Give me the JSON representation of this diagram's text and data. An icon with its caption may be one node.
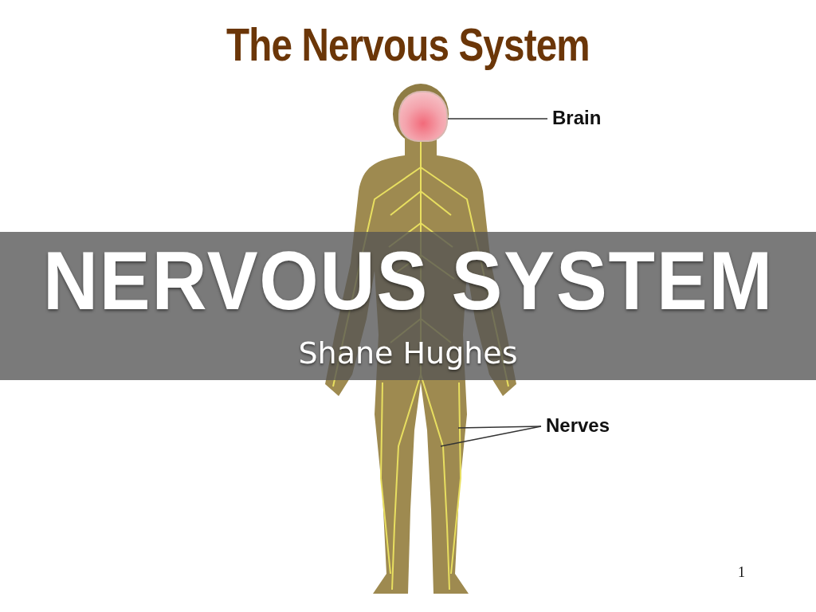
{
  "diagram": {
    "title": "The Nervous System",
    "nodes": [
      {
        "text": [
          "Brain"
        ]
      },
      {
        "text": [],
        "shape": "picture"
      },
      {
        "text": [
          "Nerves"
        ]
      }
    ],
    "edges": [
      {
        "from": 0,
        "to": 1,
        "arrow": "none"
      },
      {
        "from": 2,
        "to": null,
        "arrow": "none"
      },
      {
        "from": 2,
        "to": null,
        "arrow": "none"
      }
    ],
    "labels": [
      "NERVOUS SYSTEM",
      "Shane Hughes",
      "1"
    ]
  }
}
